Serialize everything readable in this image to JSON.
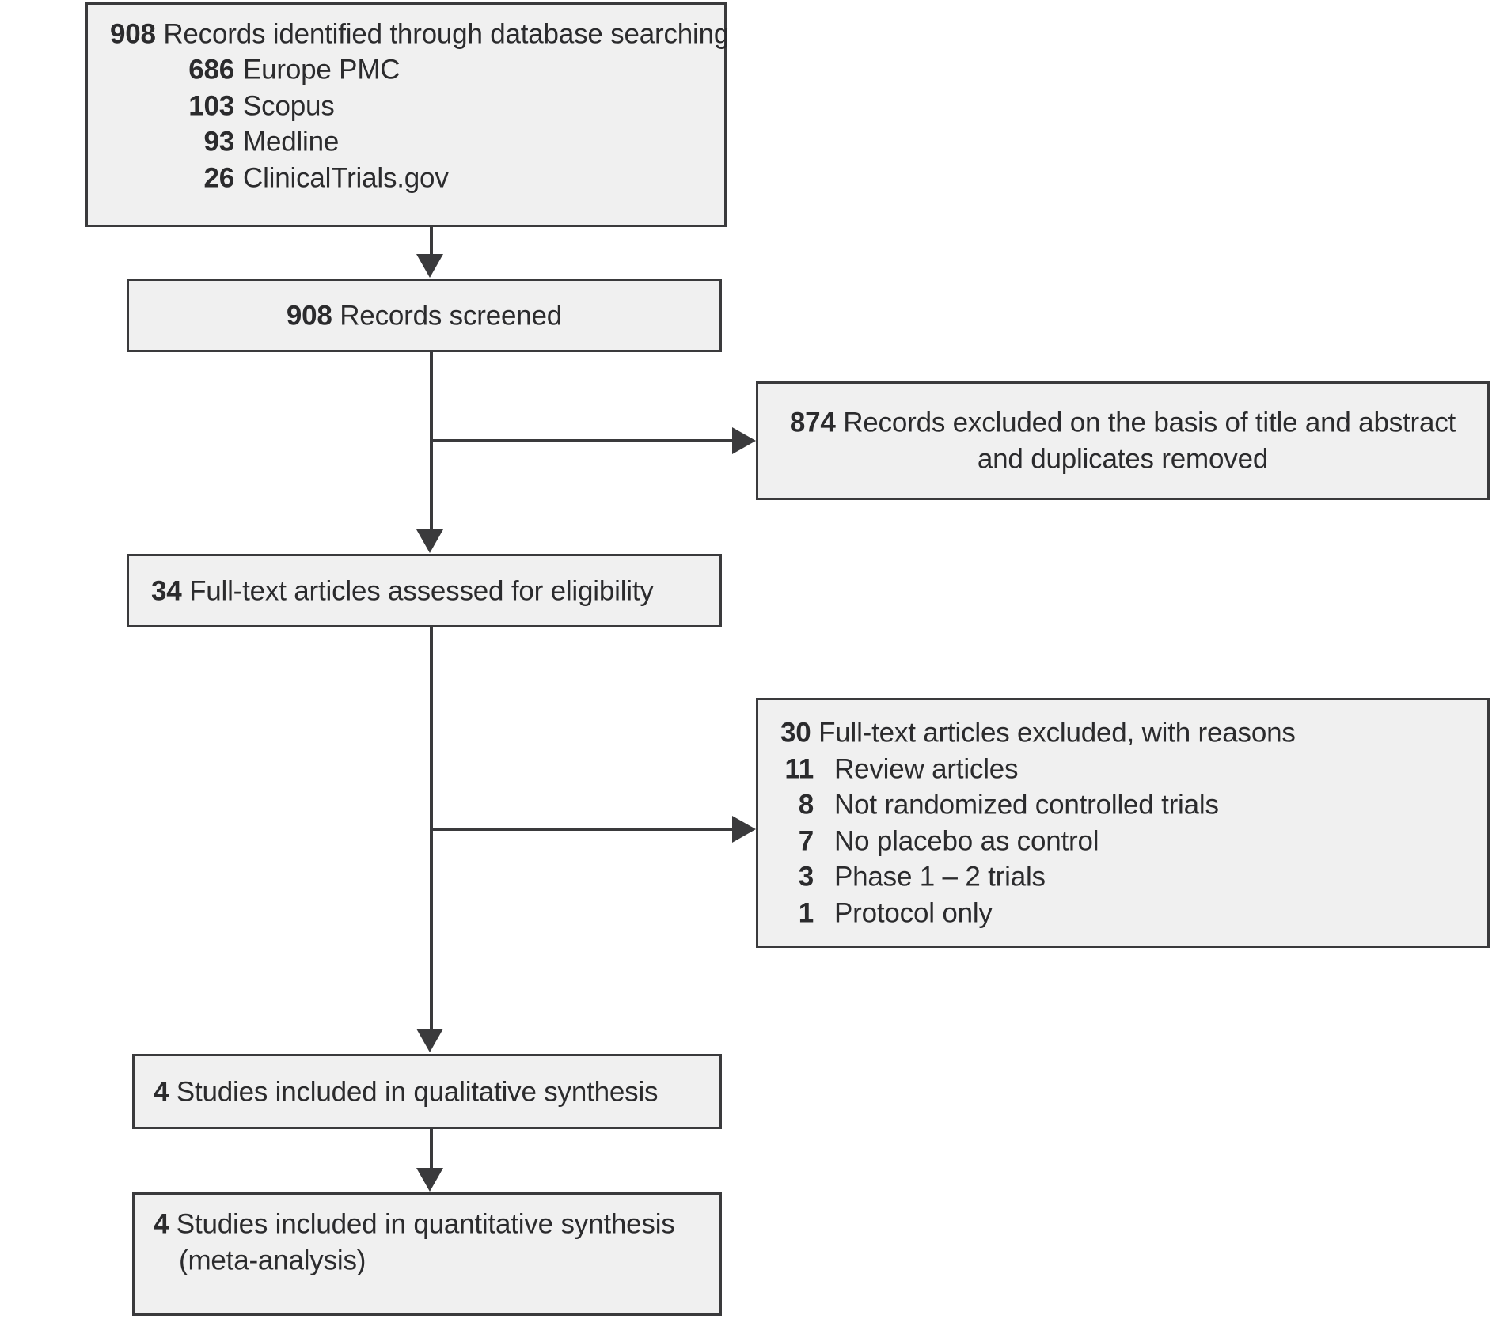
{
  "diagram": {
    "type": "prisma-flow-diagram",
    "colors": {
      "box_fill": "#f0f0f0",
      "box_border": "#3a3a3c",
      "text": "#2b2b2d",
      "connector": "#3a3a3c"
    },
    "boxes": {
      "identification": {
        "count": "908",
        "label": "Records identified through database searching",
        "sources": [
          {
            "count": "686",
            "name": "Europe PMC"
          },
          {
            "count": "103",
            "name": "Scopus"
          },
          {
            "count": "93",
            "name": "Medline"
          },
          {
            "count": "26",
            "name": "ClinicalTrials.gov"
          }
        ]
      },
      "screened": {
        "count": "908",
        "label": "Records screened"
      },
      "excluded": {
        "count": "874",
        "label_line1": "Records excluded on the basis of title and abstract",
        "label_line2": "and duplicates removed"
      },
      "fulltext": {
        "count": "34",
        "label": "Full-text articles assessed for eligibility"
      },
      "reasons": {
        "count": "30",
        "label": "Full-text articles excluded, with reasons",
        "items": [
          {
            "count": "11",
            "reason": "Review articles"
          },
          {
            "count": "8",
            "reason": "Not randomized controlled trials"
          },
          {
            "count": "7",
            "reason": "No placebo as control"
          },
          {
            "count": "3",
            "reason": "Phase 1 – 2 trials"
          },
          {
            "count": "1",
            "reason": "Protocol only"
          }
        ]
      },
      "qualitative": {
        "count": "4",
        "label": "Studies included in qualitative synthesis"
      },
      "quantitative": {
        "count": "4",
        "label_line1": "Studies included in quantitative synthesis",
        "label_line2": "(meta-analysis)"
      }
    }
  }
}
